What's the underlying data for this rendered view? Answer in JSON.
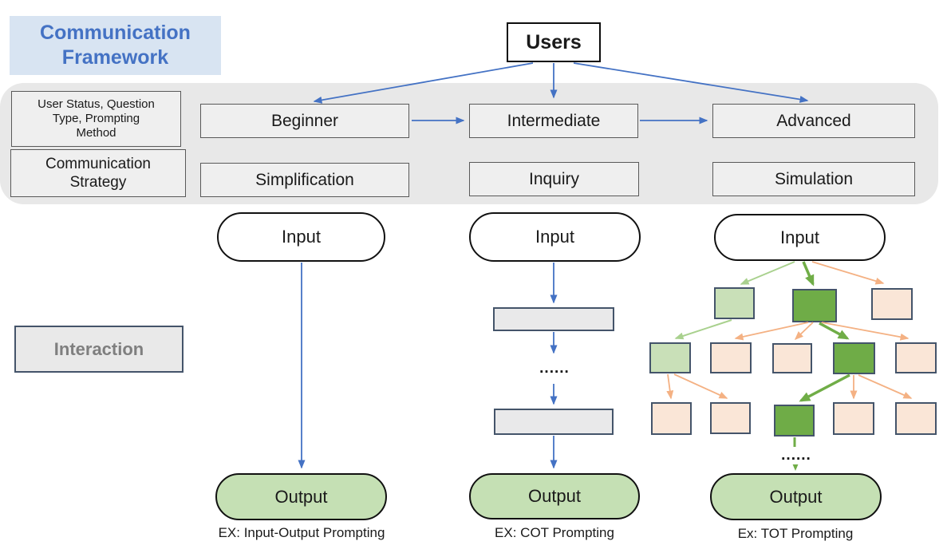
{
  "title": {
    "lines": [
      "Communication",
      "Framework"
    ]
  },
  "users_label": "Users",
  "band": {
    "row1_lines": [
      "User Status, Question",
      "Type, Prompting",
      "Method"
    ],
    "row2_lines": [
      "Communication",
      "Strategy"
    ],
    "levels": [
      "Beginner",
      "Intermediate",
      "Advanced"
    ],
    "strategies": [
      "Simplification",
      "Inquiry",
      "Simulation"
    ]
  },
  "interaction_label": "Interaction",
  "columns": [
    {
      "input_label": "Input",
      "output_label": "Output",
      "caption": "EX: Input-Output Prompting"
    },
    {
      "input_label": "Input",
      "output_label": "Output",
      "caption": "EX: COT Prompting",
      "dots": "......"
    },
    {
      "input_label": "Input",
      "output_label": "Output",
      "caption": "Ex: TOT Prompting",
      "dots": "......"
    }
  ],
  "colors": {
    "title_text": "#4472C4",
    "title_bg": "#D8E4F2",
    "band_bg": "#E8E8E8",
    "node_bg": "#EFEFEF",
    "node_border": "#595959",
    "slate_border": "#44546A",
    "blue_arrow": "#4472C4",
    "light_green_box": "#C9E0B8",
    "dark_green_box": "#6FAC47",
    "peach_box": "#FAE6D7",
    "light_green_arrow": "#A9D18E",
    "dark_green_arrow": "#70AD47",
    "orange_arrow": "#F4B183",
    "output_green": "#C5E0B4",
    "interaction_text": "#7F7F7F"
  }
}
